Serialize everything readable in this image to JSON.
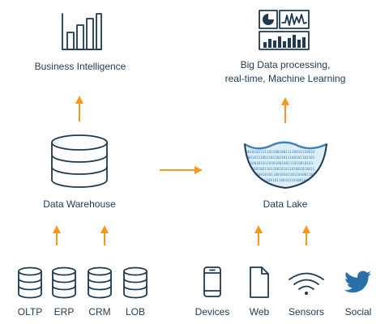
{
  "top": {
    "bi_label": "Business Intelligence",
    "bigdata_line1": "Big Data processing,",
    "bigdata_line2": "real-time, Machine Learning"
  },
  "middle": {
    "warehouse_label": "Data Warehouse",
    "lake_label": "Data Lake",
    "lake_binary": [
      "001010111110110010011110010110010",
      "100101110011011001011100101101101",
      "0100101011010100100111010010101",
      "1100100110110010101101001010011",
      "0110010101100101011011010011010",
      "10111001011001011010010110101"
    ]
  },
  "sources_left": [
    {
      "label": "OLTP",
      "icon": "database-icon"
    },
    {
      "label": "ERP",
      "icon": "database-icon"
    },
    {
      "label": "CRM",
      "icon": "database-icon"
    },
    {
      "label": "LOB",
      "icon": "database-icon"
    }
  ],
  "sources_right": [
    {
      "label": "Devices",
      "icon": "mobile-device-icon"
    },
    {
      "label": "Web",
      "icon": "web-page-icon"
    },
    {
      "label": "Sensors",
      "icon": "wireless-sensor-icon"
    },
    {
      "label": "Social",
      "icon": "twitter-bird-icon"
    }
  ],
  "colors": {
    "ink": "#1f3a52",
    "arrow": "#f39a1e",
    "accent": "#3f82b8",
    "lake_fill": "#dbeefa"
  }
}
